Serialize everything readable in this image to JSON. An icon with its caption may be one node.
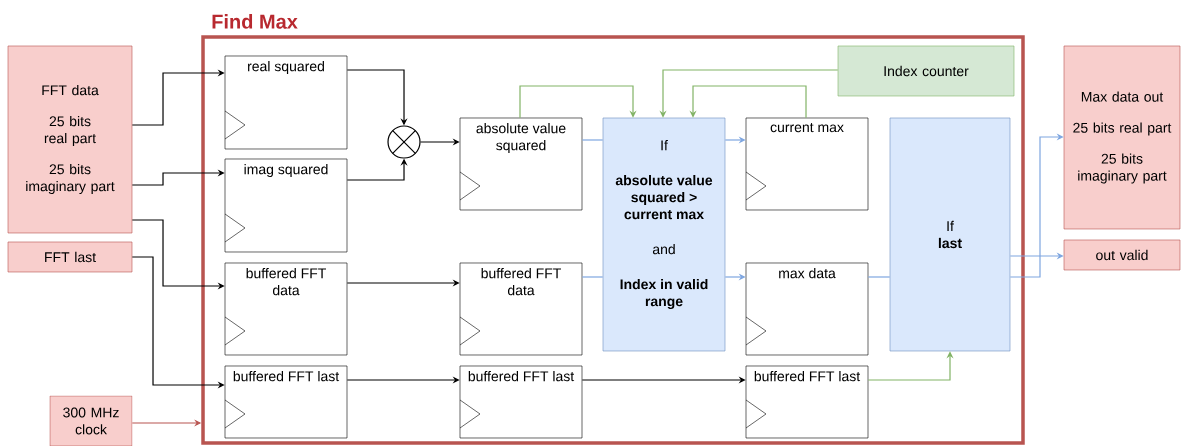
{
  "diagram": {
    "nodes": [
      {
        "text": [
          "Find Max"
        ]
      },
      {
        "text": [
          "FFT data",
          "25 bits real part",
          "25 bits imaginary part"
        ]
      },
      {
        "text": [
          "FFT last"
        ]
      },
      {
        "text": [
          "300 MHz clock"
        ]
      },
      {
        "text": [
          "real squared"
        ],
        "in": 0
      },
      {
        "text": [
          "imag squared"
        ],
        "in": 0
      },
      {
        "text": [],
        "shape": "circle",
        "in": 0
      },
      {
        "text": [
          "absolute value squared"
        ],
        "in": 0
      },
      {
        "text": [
          "buffered FFT data"
        ],
        "in": 0
      },
      {
        "text": [
          "buffered FFT data"
        ],
        "in": 0
      },
      {
        "text": [
          "buffered FFT last"
        ],
        "in": 0
      },
      {
        "text": [
          "buffered FFT last"
        ],
        "in": 0
      },
      {
        "text": [
          "If",
          "**absolute value squared > current max**",
          "and",
          "**Index in valid range**"
        ],
        "in": 0
      },
      {
        "text": [
          "Index counter"
        ],
        "in": 0
      },
      {
        "text": [
          "current max"
        ],
        "in": 0
      },
      {
        "text": [
          "max data"
        ],
        "in": 0
      },
      {
        "text": [
          "buffered FFT last"
        ],
        "in": 0
      },
      {
        "text": [
          "If",
          "**last**"
        ],
        "in": 0
      },
      {
        "text": [
          "Max data out",
          "25 bits real part",
          "25 bits imaginary part"
        ]
      },
      {
        "text": [
          "out valid"
        ]
      }
    ],
    "edges": [
      {
        "from": 1,
        "to": 4,
        "arrow": "to"
      },
      {
        "from": 1,
        "to": 5,
        "arrow": "to"
      },
      {
        "from": 1,
        "to": 8,
        "arrow": "to"
      },
      {
        "from": 2,
        "to": 10,
        "arrow": "to"
      },
      {
        "from": 3,
        "to": 0,
        "arrow": "to",
        "color": "#b85450"
      },
      {
        "from": 4,
        "to": 6,
        "arrow": "to"
      },
      {
        "from": 5,
        "to": 6,
        "arrow": "to"
      },
      {
        "from": 6,
        "to": 7,
        "arrow": "to"
      },
      {
        "from": 8,
        "to": 9,
        "arrow": "to"
      },
      {
        "from": 10,
        "to": 11,
        "arrow": "to"
      },
      {
        "from": 11,
        "to": 16,
        "arrow": "to"
      },
      {
        "from": 7,
        "to": 12,
        "arrow": "to",
        "color": "#82b366"
      },
      {
        "from": 13,
        "to": 12,
        "arrow": "to",
        "color": "#82b366"
      },
      {
        "from": 14,
        "to": 12,
        "arrow": "to",
        "color": "#82b366"
      },
      {
        "from": 7,
        "to": 12,
        "arrow": "none",
        "color": "#7ea6e0"
      },
      {
        "from": 12,
        "to": 14,
        "arrow": "to",
        "color": "#7ea6e0"
      },
      {
        "from": 9,
        "to": 12,
        "arrow": "none",
        "color": "#7ea6e0"
      },
      {
        "from": 12,
        "to": 15,
        "arrow": "to",
        "color": "#7ea6e0"
      },
      {
        "from": 16,
        "to": 17,
        "arrow": "to",
        "color": "#82b366"
      },
      {
        "from": 15,
        "to": 17,
        "arrow": "none",
        "color": "#7ea6e0"
      },
      {
        "from": 17,
        "to": 18,
        "arrow": "to",
        "color": "#7ea6e0"
      },
      {
        "from": 17,
        "to": 19,
        "arrow": "to",
        "color": "#7ea6e0"
      }
    ]
  }
}
